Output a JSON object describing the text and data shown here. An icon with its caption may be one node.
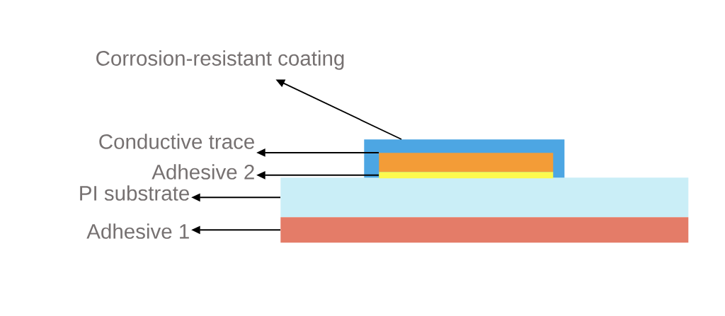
{
  "diagram": {
    "nodes": [
      {
        "text": [
          "Corrosion-resistant coating"
        ]
      },
      {
        "text": [
          "Conductive trace"
        ]
      },
      {
        "text": [
          "Adhesive 2"
        ]
      },
      {
        "text": [
          "PI substrate"
        ]
      },
      {
        "text": [
          "Adhesive 1"
        ]
      },
      {
        "text": [],
        "shape": "bar"
      },
      {
        "text": [],
        "shape": "bar",
        "in": 5
      },
      {
        "text": [],
        "shape": "bar",
        "in": 5
      },
      {
        "text": [],
        "shape": "bar"
      },
      {
        "text": [],
        "shape": "bar"
      }
    ],
    "edges": [
      {
        "from": 5,
        "to": 0,
        "arrow": "to"
      },
      {
        "from": 6,
        "to": 1,
        "arrow": "to"
      },
      {
        "from": 7,
        "to": 2,
        "arrow": "to"
      },
      {
        "from": 8,
        "to": 3,
        "arrow": "to"
      },
      {
        "from": 9,
        "to": 4,
        "arrow": "to"
      }
    ]
  }
}
